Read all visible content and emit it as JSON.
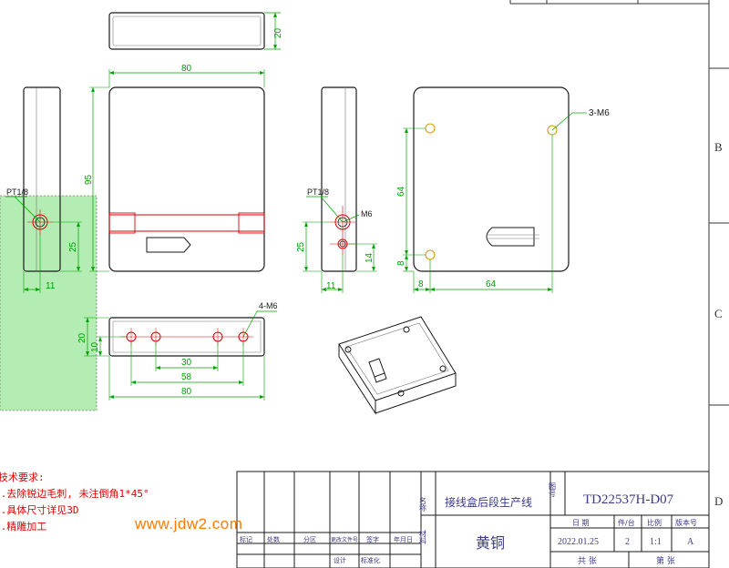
{
  "colors": {
    "outline": "#1a1a1a",
    "dimension": "#00a000",
    "center_line": "#d80000",
    "hole": "#d8a000",
    "highlight": "#9ee89e",
    "notes_text": "#e00000",
    "watermark": "#ff7a00",
    "title_block_text": "#3a3a8a"
  },
  "dims": {
    "top_height": "20",
    "front_width": "80",
    "front_height": "95",
    "side_hole_height": "25",
    "side_hole_offset": "11",
    "right_hole_height": "25",
    "right_hole_offset": "11",
    "right_m6_height": "14",
    "back_vertical": "64",
    "back_bottom": "8",
    "back_left": "8",
    "back_horizontal": "64",
    "bottom_height_outer": "20",
    "bottom_height_inner": "10",
    "bottom_spacing_inner": "30",
    "bottom_spacing_mid": "58",
    "bottom_width": "80"
  },
  "callouts": {
    "left_thread": "PT1/8",
    "right_thread": "PT1/8",
    "right_m6": "M6",
    "back_holes": "3-M6",
    "bottom_holes": "4-M6"
  },
  "border_zones": [
    "B",
    "C",
    "D"
  ],
  "notes": {
    "title": "技术要求:",
    "items": [
      "1.去除锐边毛刺, 未注倒角1*45°",
      "2.具体尺寸详见3D",
      "3.精雕加工"
    ]
  },
  "watermark": "www.jdw2.com",
  "title_block": {
    "label_name": "名称",
    "name": "接线盒后段生产线",
    "label_drawing_no": "图号",
    "drawing_no": "TD22537H-D07",
    "label_material": "材料",
    "material": "黄铜",
    "header_date": "日 期",
    "header_qty": "件/台",
    "header_scale": "比例",
    "header_version": "版本号",
    "date": "2022.01.25",
    "qty": "2",
    "scale": "1:1",
    "version": "A",
    "footer_a": "共 张",
    "footer_b": "第 张",
    "row_mark": "标记",
    "row_count": "处数",
    "row_zone": "分区",
    "row_change_doc": "更改文件号",
    "row_sign": "签字",
    "row_date": "年月日",
    "row_design": "设计",
    "row_standard": "标准化"
  }
}
